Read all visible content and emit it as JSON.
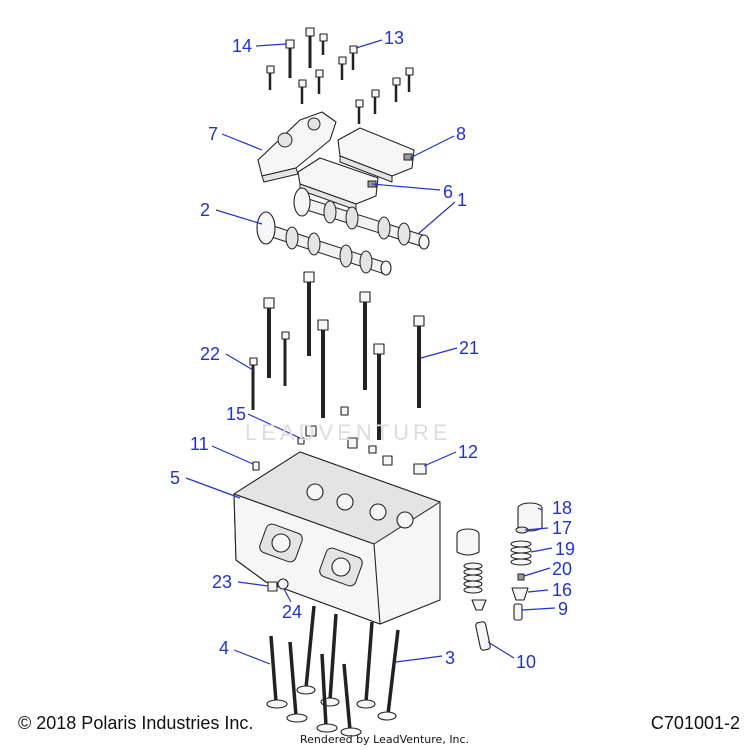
{
  "diagram": {
    "callouts": {
      "c1": "1",
      "c2": "2",
      "c3": "3",
      "c4": "4",
      "c5": "5",
      "c6": "6",
      "c7": "7",
      "c8": "8",
      "c9": "9",
      "c10": "10",
      "c11": "11",
      "c12": "12",
      "c13": "13",
      "c14": "14",
      "c15": "15",
      "c16": "16",
      "c17": "17",
      "c18": "18",
      "c19": "19",
      "c20": "20",
      "c21": "21",
      "c22": "22",
      "c23": "23",
      "c24": "24"
    },
    "watermark": "LEADVENTURE",
    "colors": {
      "callout": "#2233cc",
      "line": "#222222"
    }
  },
  "footer": {
    "copyright": "© 2018 Polaris Industries Inc.",
    "doc_id": "C701001-2",
    "rendered_by": "Rendered by LeadVenture, Inc."
  }
}
